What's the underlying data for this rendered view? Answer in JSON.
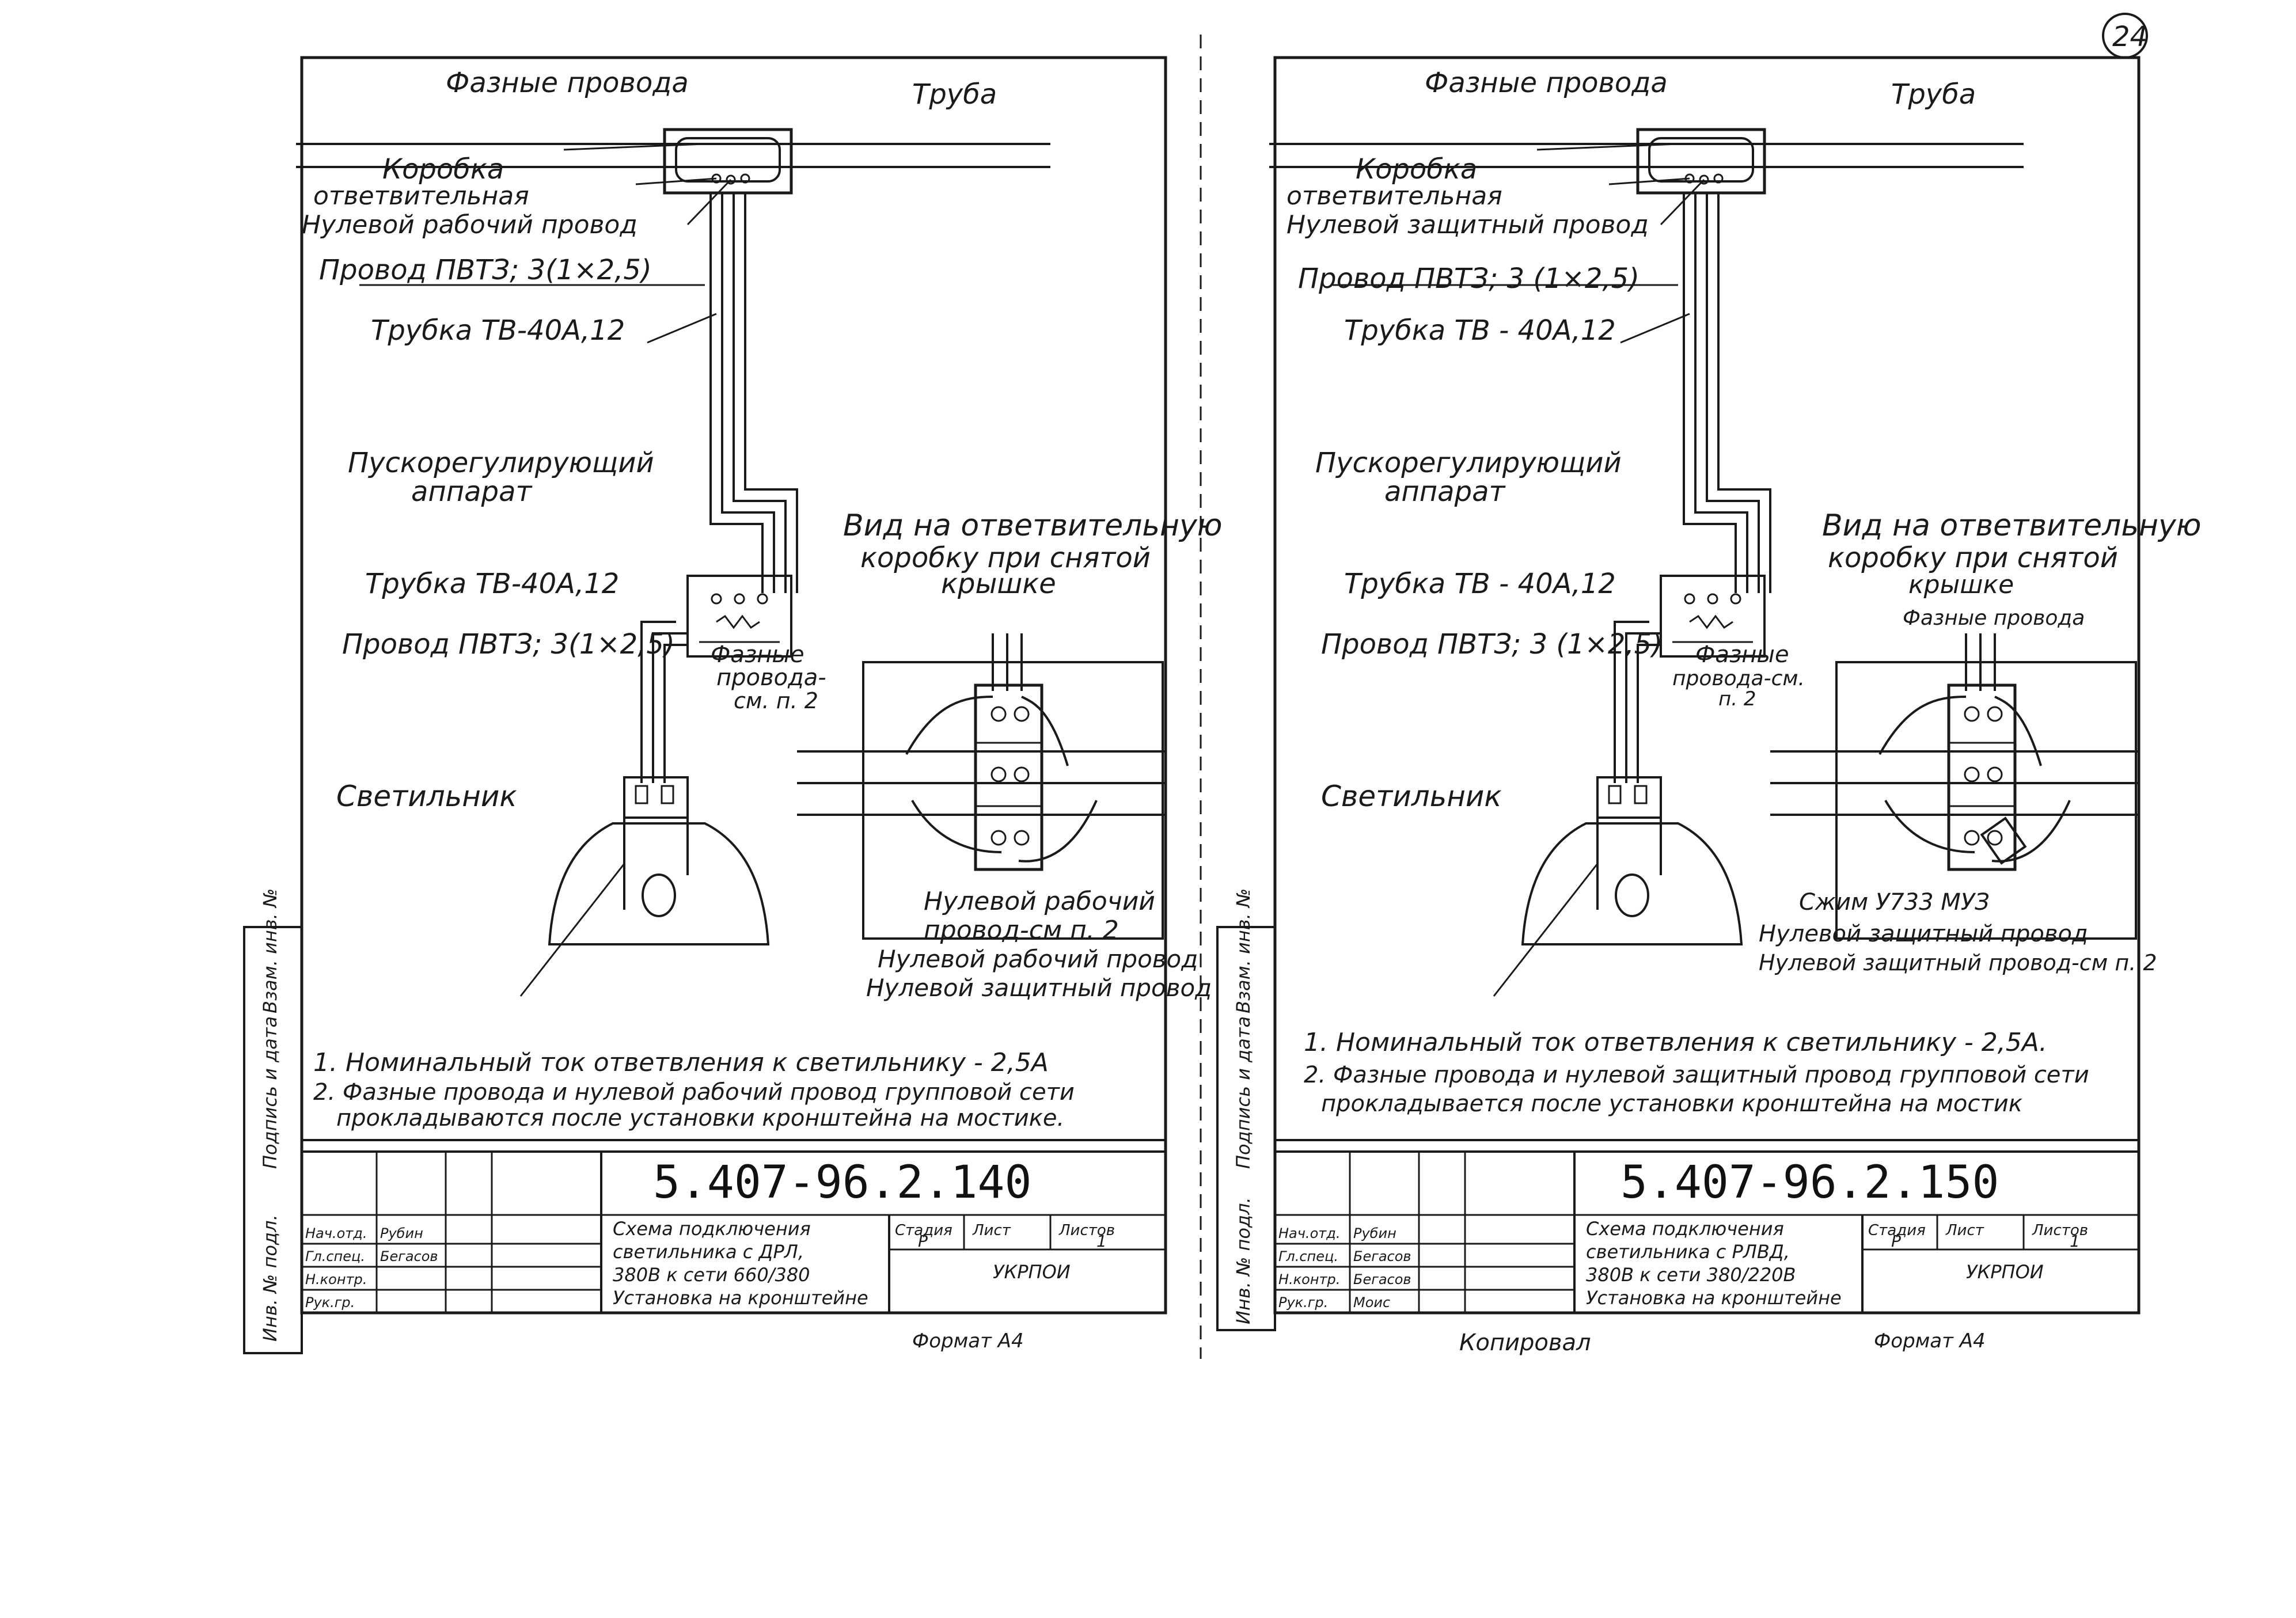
{
  "page_number": "24",
  "sheets": [
    {
      "labels": {
        "phase_wires": "Фазные провода",
        "pipe": "Труба",
        "box_line1": "Коробка",
        "box_line2": "ответвительная",
        "wire_in_box": "Нулевой рабочий провод",
        "wire_pvt": "Провод ПВТЗ; 3(1×2,5)",
        "tube_upper": "Трубка ТВ-40А,12",
        "ballast_line1": "Пускорегулирующий",
        "ballast_line2": "аппарат",
        "tube_lower": "Трубка ТВ-40А,12",
        "wire_lower": "Провод ПВТЗ; 3(1×2,5)",
        "luminaire": "Светильник",
        "view_line1": "Вид на ответвительную",
        "view_line2": "коробку при снятой",
        "view_line3": "крышке",
        "inset_phase_line1": "Фазные",
        "inset_phase_line2": "провода-",
        "inset_phase_line3": "см. п. 2",
        "inset_extra": "",
        "inset_label1": "Нулевой рабочий",
        "inset_label2": "провод-см п. 2",
        "inset_label3": "Нулевой рабочий провод",
        "inset_label4": "Нулевой защитный провод"
      },
      "notes": [
        "1. Номинальный ток ответвления к светильнику - 2,5А",
        "2. Фазные провода и нулевой рабочий провод групповой сети",
        "прокладываются после установки кронштейна на мостике."
      ],
      "title_block": {
        "doc_number": "5.407-96.2.140",
        "title_lines": [
          "Схема подключения",
          "светильника с ДРЛ,",
          "380В к сети 660/380",
          "Установка на кронштейне"
        ],
        "col_headers": [
          "Стадия",
          "Лист",
          "Листов"
        ],
        "col_values": [
          "Р",
          "",
          "1"
        ],
        "org": "УКРПОИ",
        "left_rows": [
          "Нач.отд.",
          "Гл.спец.",
          "Н.контр.",
          "Рук.гр."
        ],
        "left_names": [
          "Рубин",
          "Бегасов",
          "",
          ""
        ],
        "copied": "",
        "format": "Формат А4"
      }
    },
    {
      "labels": {
        "phase_wires": "Фазные провода",
        "pipe": "Труба",
        "box_line1": "Коробка",
        "box_line2": "ответвительная",
        "wire_in_box": "Нулевой защитный провод",
        "wire_pvt": "Провод ПВТЗ; 3 (1×2,5)",
        "tube_upper": "Трубка ТВ - 40А,12",
        "ballast_line1": "Пускорегулирующий",
        "ballast_line2": "аппарат",
        "tube_lower": "Трубка ТВ - 40А,12",
        "wire_lower": "Провод ПВТЗ; 3 (1×2,5)",
        "luminaire": "Светильник",
        "view_line1": "Вид на ответвительную",
        "view_line2": "коробку при снятой",
        "view_line3": "крышке",
        "inset_phase_line1": "Фазные",
        "inset_phase_line2": "провода-см.",
        "inset_phase_line3": "п. 2",
        "inset_extra": "Фазные провода",
        "inset_label1": "Сжим У733 МУЗ",
        "inset_label2": "Нулевой защитный провод",
        "inset_label3": "Нулевой защитный провод-см п. 2",
        "inset_label4": ""
      },
      "notes": [
        "1. Номинальный ток ответвления к светильнику - 2,5А.",
        "2. Фазные провода и нулевой защитный провод групповой сети",
        "прокладывается после установки кронштейна на мостик"
      ],
      "title_block": {
        "doc_number": "5.407-96.2.150",
        "title_lines": [
          "Схема подключения",
          "светильника с РЛВД,",
          "380В к сети 380/220В",
          "Установка на кронштейне"
        ],
        "col_headers": [
          "Стадия",
          "Лист",
          "Листов"
        ],
        "col_values": [
          "Р",
          "",
          "1"
        ],
        "org": "УКРПОИ",
        "left_rows": [
          "Нач.отд.",
          "Гл.спец.",
          "Н.контр.",
          "Рук.гр."
        ],
        "left_names": [
          "Рубин",
          "Бегасов",
          "Бегасов",
          "Моис"
        ],
        "copied": "Копировал",
        "format": "Формат А4"
      }
    }
  ],
  "side_stamp": [
    "Взам. инв. №",
    "Подпись и дата",
    "Инв. № подл."
  ]
}
